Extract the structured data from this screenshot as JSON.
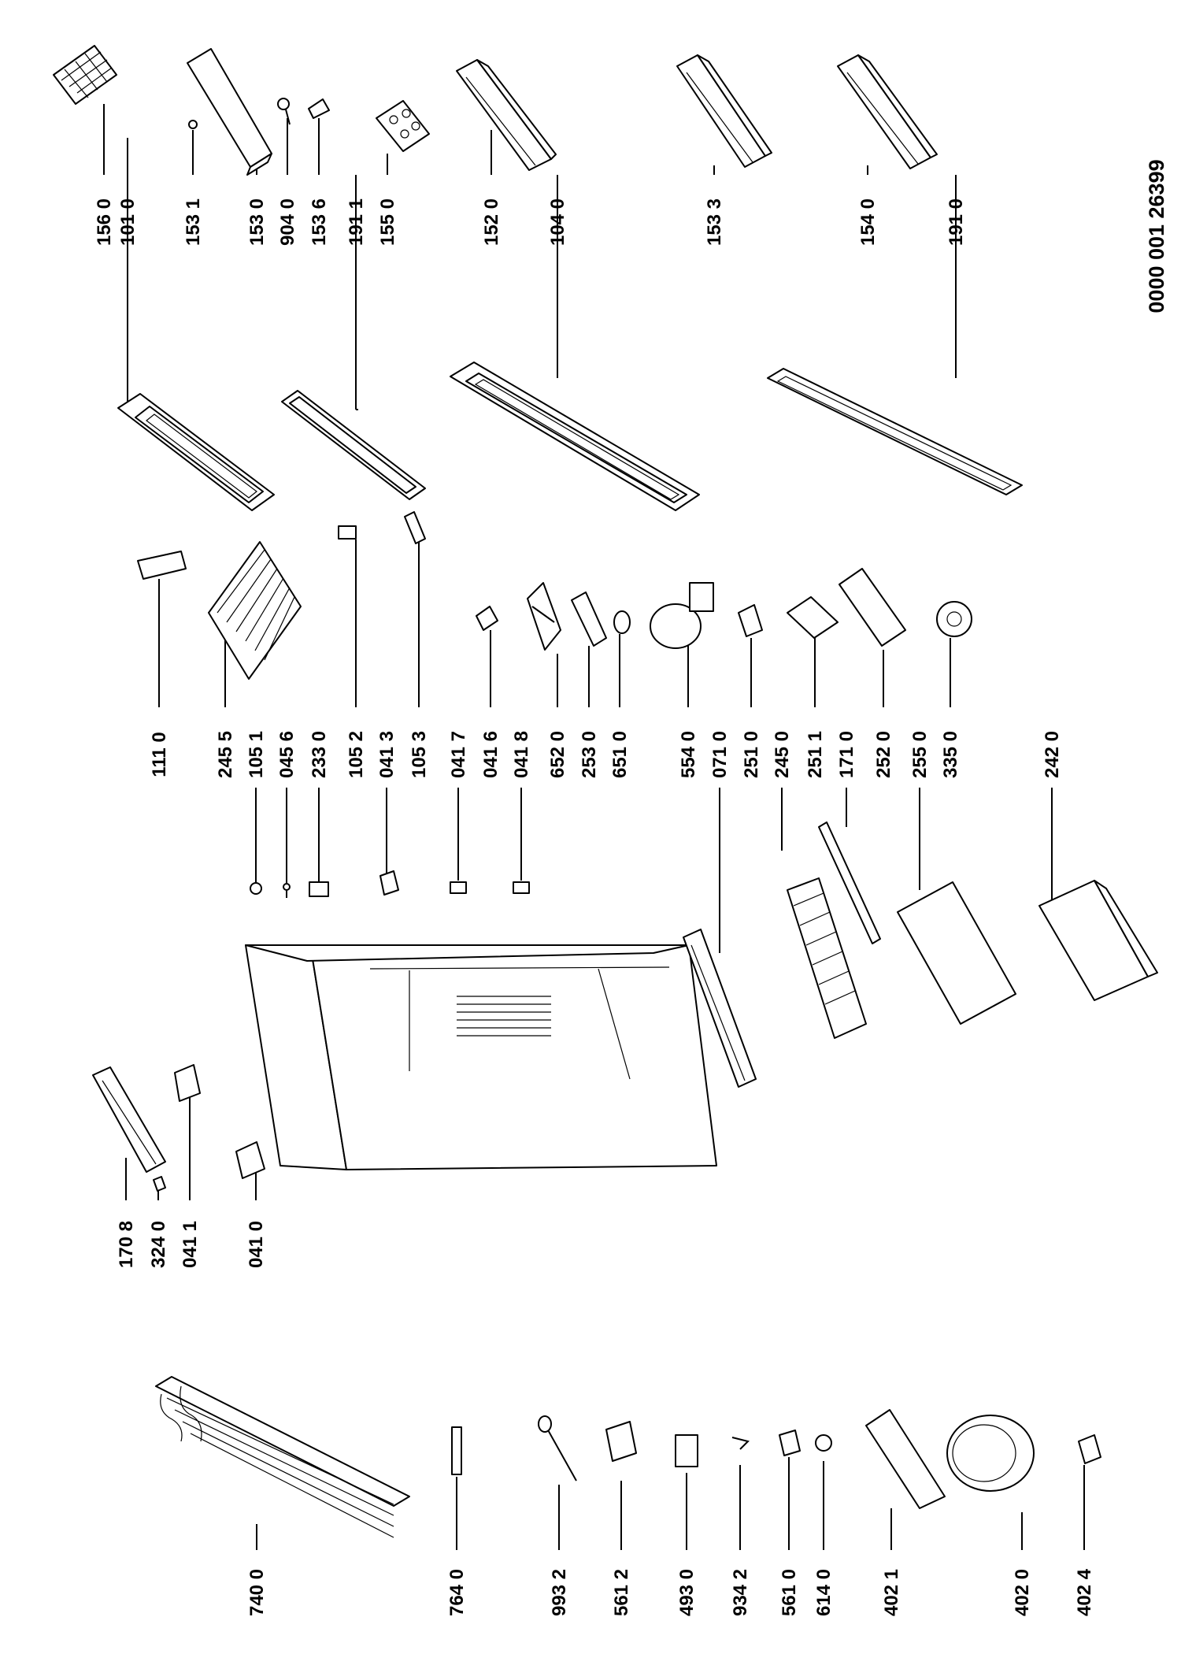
{
  "document_number": "0000 001 26399",
  "callouts": [
    {
      "id": "c-1560",
      "label": "156 0"
    },
    {
      "id": "c-1010",
      "label": "101 0"
    },
    {
      "id": "c-1531",
      "label": "153 1"
    },
    {
      "id": "c-1530",
      "label": "153 0"
    },
    {
      "id": "c-9040",
      "label": "904 0"
    },
    {
      "id": "c-1536",
      "label": "153 6"
    },
    {
      "id": "c-1911",
      "label": "191 1"
    },
    {
      "id": "c-1550",
      "label": "155 0"
    },
    {
      "id": "c-1520",
      "label": "152 0"
    },
    {
      "id": "c-1040",
      "label": "104 0"
    },
    {
      "id": "c-1533",
      "label": "153 3"
    },
    {
      "id": "c-1540",
      "label": "154 0"
    },
    {
      "id": "c-1910",
      "label": "191 0"
    },
    {
      "id": "c-1110",
      "label": "111 0"
    },
    {
      "id": "c-2455",
      "label": "245 5"
    },
    {
      "id": "c-1051",
      "label": "105 1"
    },
    {
      "id": "c-0456",
      "label": "045 6"
    },
    {
      "id": "c-2330",
      "label": "233 0"
    },
    {
      "id": "c-1052",
      "label": "105 2"
    },
    {
      "id": "c-0413",
      "label": "041 3"
    },
    {
      "id": "c-1053",
      "label": "105 3"
    },
    {
      "id": "c-0417",
      "label": "041 7"
    },
    {
      "id": "c-0416",
      "label": "041 6"
    },
    {
      "id": "c-0418",
      "label": "041 8"
    },
    {
      "id": "c-6520",
      "label": "652 0"
    },
    {
      "id": "c-2530",
      "label": "253 0"
    },
    {
      "id": "c-6510",
      "label": "651 0"
    },
    {
      "id": "c-5540",
      "label": "554 0"
    },
    {
      "id": "c-0710",
      "label": "071 0"
    },
    {
      "id": "c-2510",
      "label": "251 0"
    },
    {
      "id": "c-2450",
      "label": "245 0"
    },
    {
      "id": "c-2511",
      "label": "251 1"
    },
    {
      "id": "c-1710",
      "label": "171 0"
    },
    {
      "id": "c-2520",
      "label": "252 0"
    },
    {
      "id": "c-2550",
      "label": "255 0"
    },
    {
      "id": "c-3350",
      "label": "335 0"
    },
    {
      "id": "c-2420",
      "label": "242 0"
    },
    {
      "id": "c-1708",
      "label": "170 8"
    },
    {
      "id": "c-3240",
      "label": "324 0"
    },
    {
      "id": "c-0411",
      "label": "041 1"
    },
    {
      "id": "c-0410",
      "label": "041 0"
    },
    {
      "id": "c-7400",
      "label": "740 0"
    },
    {
      "id": "c-7640",
      "label": "764 0"
    },
    {
      "id": "c-9932",
      "label": "993 2"
    },
    {
      "id": "c-5612",
      "label": "561 2"
    },
    {
      "id": "c-4930",
      "label": "493 0"
    },
    {
      "id": "c-9342",
      "label": "934 2"
    },
    {
      "id": "c-5610",
      "label": "561 0"
    },
    {
      "id": "c-6140",
      "label": "614 0"
    },
    {
      "id": "c-4021",
      "label": "402 1"
    },
    {
      "id": "c-4020",
      "label": "402 0"
    },
    {
      "id": "c-4024",
      "label": "402 4"
    }
  ]
}
